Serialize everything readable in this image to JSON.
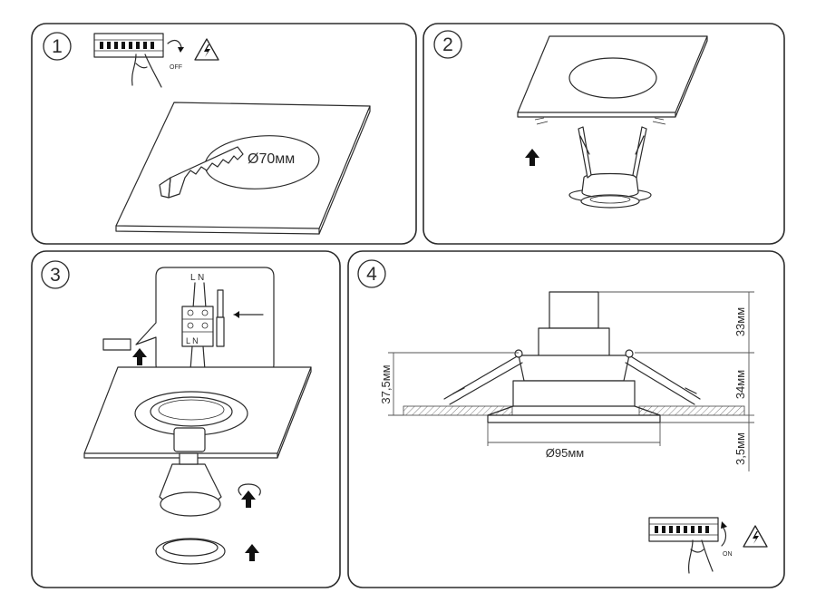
{
  "steps": [
    {
      "number": "1",
      "power": "OFF",
      "hole_diameter": "Ø70мм"
    },
    {
      "number": "2"
    },
    {
      "number": "3",
      "terminal_labels": "L N",
      "terminal_bottom": "L N"
    },
    {
      "number": "4",
      "power": "ON",
      "dimensions": {
        "diameter": "Ø95мм",
        "height_total": "37,5мм",
        "height_top": "33мм",
        "height_mid": "34мм",
        "height_bottom": "3,5мм"
      }
    }
  ]
}
